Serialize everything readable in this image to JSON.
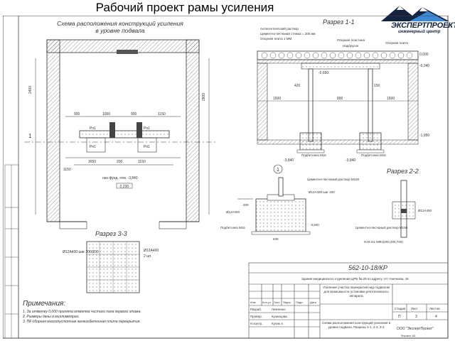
{
  "title": "Рабочий проект рамы усиления",
  "logo": {
    "name": "ЭКСПЕРТПРОЕКТ",
    "subtitle": "инженерный центр"
  },
  "plan": {
    "title_line1": "Схема расположения конструкций усиления",
    "title_line2": "в уровне подвала",
    "dims": [
      "900",
      "1000",
      "900",
      "1150",
      "2400",
      "2800",
      "1650",
      "200",
      "1150",
      "1150"
    ],
    "level": "низ фунд. отм. -3,840",
    "marks": [
      "Рп1",
      "Рп1",
      "Рп1",
      "Рп1"
    ],
    "level2": "-2,230",
    "axis": "1"
  },
  "section11": {
    "title": "Разрез 1-1",
    "notes": [
      "Антисептический раствор",
      "Цементно-песчаная стяжка = 200 мм",
      "Опорная плита 1 ММ"
    ],
    "labels": [
      "Опорная пластина",
      "Надбрусок",
      "Опорная плита",
      "Подбетонка М15",
      "Подбетонка М15"
    ],
    "marks": [
      "0,000",
      "-0,340",
      "-0,650",
      "-1,950",
      "-3,840",
      "-3,840"
    ],
    "dims": [
      "1500",
      "1500",
      "800",
      "420",
      "150"
    ]
  },
  "node1": {
    "label": "1",
    "notes": [
      "Цементно-песчаный раствор М150",
      "Подбетонка М15",
      "Ø12А400 шаг 200",
      "Ø12А400"
    ],
    "dims": [
      "-3,840",
      "200",
      "630"
    ]
  },
  "section22": {
    "title": "Разрез 2-2",
    "notes": [
      "Цементно-песчаный раствор М150",
      "Ø12А400",
      "НАК Н1 МФ4(200,200,740)"
    ]
  },
  "section33": {
    "title": "Разрез 3-3",
    "notes": [
      "Ø12А400 шаг 200/200",
      "Ø12А400",
      "2 шт."
    ]
  },
  "notes": {
    "title": "Примечания:",
    "lines": [
      "1. За отметку 0,000 принята отметка чистого пола первого этажа.",
      "2. Размеры даны в миллиметрах.",
      "3. ПК-сборная многопустотная железобетонная плита перекрытия."
    ]
  },
  "stamp": {
    "code": "562-10-18/КР",
    "desc1": "Здание медицинского отделения ЦРБ № 29 по адресу: пгт Аничкова, 1К",
    "desc2": "Усиление участка перекрытия над подвалом для возможности установки рентгеновского аппарата",
    "desc3": "Схема расположения конструкций усиления в уровне подвала. Разрезы 1-1, 2-2, 3-3",
    "company": "ООО \"ЭкспертПроект\"",
    "headers": [
      "Изм.",
      "Кол.уч",
      "Лист",
      "№док.",
      "Подп.",
      "Дата"
    ],
    "roles": [
      "Разраб.",
      "Провер.",
      "Н.контр."
    ],
    "names": [
      "Левченко",
      "Кузнецова",
      "Кулик А."
    ],
    "stage_headers": [
      "Стадия",
      "Лист",
      "Листов"
    ],
    "stage_values": [
      "П",
      "3",
      "4"
    ],
    "format": "Формат А3"
  }
}
